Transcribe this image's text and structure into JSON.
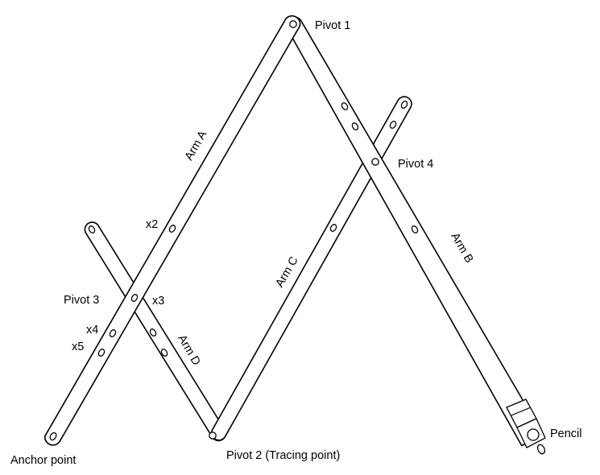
{
  "diagram": {
    "labels": {
      "pivot1": "Pivot 1",
      "pivot2": "Pivot 2 (Tracing point)",
      "pivot3": "Pivot 3",
      "pivot4": "Pivot 4",
      "anchor": "Anchor point",
      "pencil": "Pencil",
      "arm_a": "Arm A",
      "arm_b": "Arm B",
      "arm_c": "Arm C",
      "arm_d": "Arm D",
      "x2": "x2",
      "x3": "x3",
      "x4": "x4",
      "x5": "x5"
    },
    "colors": {
      "line": "#000000",
      "fill": "#ffffff"
    }
  }
}
